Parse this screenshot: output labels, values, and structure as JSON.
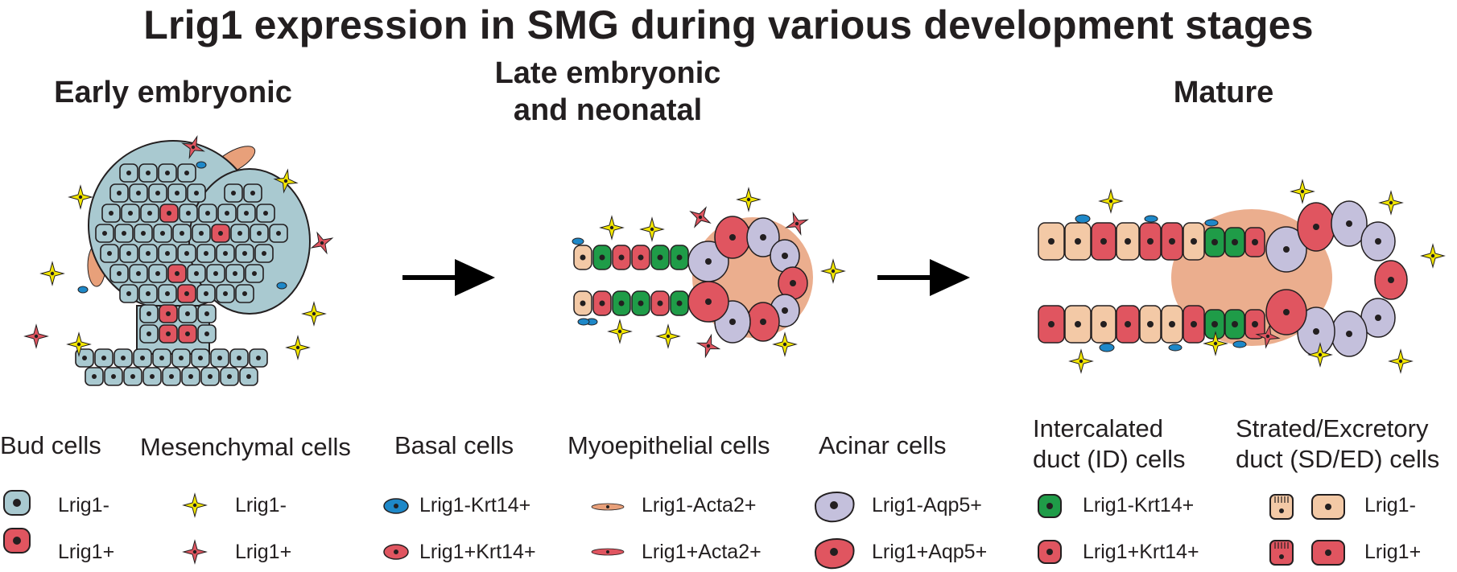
{
  "title": "Lrig1 expression in SMG during various development stages",
  "stages": {
    "early": "Early embryonic",
    "late_line1": "Late embryonic",
    "late_line2": "and neonatal",
    "mature": "Mature"
  },
  "colors": {
    "bud_neg": "#a9c9d0",
    "lrig1_pos": "#e05560",
    "basal": "#1e88c8",
    "myo": "#e8a07a",
    "mesenchyme_neg": "#f2e600",
    "acinar_neg": "#c4c0dc",
    "id_neg": "#1f9c48",
    "sd_neg": "#f3c9a6",
    "outline": "#231f20"
  },
  "legend": {
    "bud": {
      "title": "Bud cells",
      "neg": "Lrig1-",
      "pos": "Lrig1+"
    },
    "mesenchymal": {
      "title": "Mesenchymal cells",
      "neg": "Lrig1-",
      "pos": "Lrig1+"
    },
    "basal": {
      "title": "Basal cells",
      "neg": "Lrig1-Krt14+",
      "pos": "Lrig1+Krt14+"
    },
    "myoepithelial": {
      "title": "Myoepithelial cells",
      "neg": "Lrig1-Acta2+",
      "pos": "Lrig1+Acta2+"
    },
    "acinar": {
      "title": "Acinar cells",
      "neg": "Lrig1-Aqp5+",
      "pos": "Lrig1+Aqp5+"
    },
    "id": {
      "title_line1": "Intercalated",
      "title_line2": "duct (ID) cells",
      "neg": "Lrig1-Krt14+",
      "pos": "Lrig1+Krt14+"
    },
    "sd": {
      "title_line1": "Strated/Excretory",
      "title_line2": "duct (SD/ED) cells",
      "neg": "Lrig1-",
      "pos": "Lrig1+"
    }
  },
  "icons": [
    "arrow-right-icon",
    "bud-cell-icon",
    "mesenchymal-cell-icon",
    "basal-cell-icon",
    "myoepithelial-cell-icon",
    "acinar-cell-icon",
    "id-cell-icon",
    "sd-cell-icon"
  ]
}
